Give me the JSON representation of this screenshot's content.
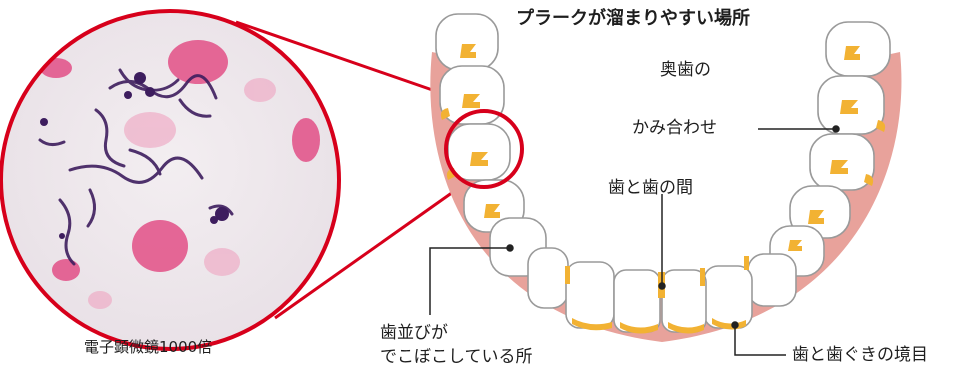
{
  "title": "プラークが溜まりやすい場所",
  "microscope_caption": "電子顕微鏡1000倍",
  "labels": {
    "molar_line1": "奥歯の",
    "molar_line2": "かみ合わせ",
    "between_teeth": "歯と歯の間",
    "uneven_line1": "歯並びが",
    "uneven_line2": "でこぼこしている所",
    "gumline": "歯と歯ぐきの境目"
  },
  "colors": {
    "highlight_ring": "#d7001b",
    "gum": "#e8a29b",
    "plaque": "#f2b233",
    "tooth": "#ffffff",
    "tooth_outline": "#9a9a9a",
    "stain_purple": "#3d1d5e",
    "stain_pink": "#e24f86"
  }
}
